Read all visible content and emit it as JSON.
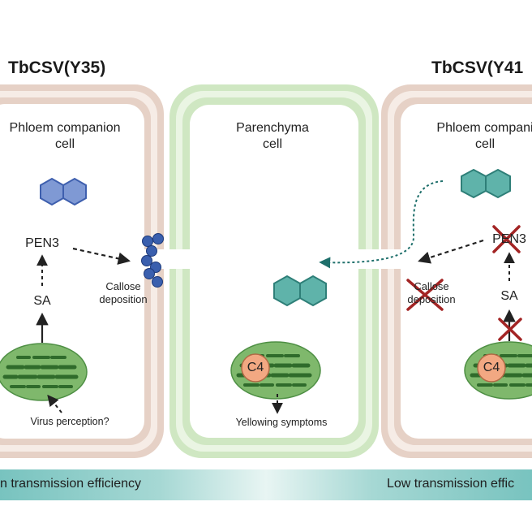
{
  "left_panel": {
    "title": "TbCSV(Y35)",
    "cell_label": "Phloem companion\ncell",
    "pen3": "PEN3",
    "sa": "SA",
    "callose": "Callose\ndeposition",
    "virus": "Virus perception?"
  },
  "middle_panel": {
    "cell_label": "Parenchyma\ncell",
    "c4": "C4",
    "symptoms": "Yellowing symptoms"
  },
  "right_panel": {
    "title": "TbCSV(Y41",
    "cell_label": "Phloem compani\ncell",
    "pen3": "PEN3",
    "sa": "SA",
    "callose": "Callose\ndeposition",
    "c4": "C4"
  },
  "bottom_bar": {
    "left_text": "n transmission efficiency",
    "right_text": "Low transmission effic"
  },
  "colors": {
    "left_wall": "#e6d1c6",
    "middle_wall": "#cfe7c2",
    "molecule_blue": "#7f99d4",
    "molecule_teal": "#5fb3aa",
    "callose_blue": "#3a5fae",
    "chloroplast": "#7fb86c",
    "c4": "#f2a882",
    "cross_red": "#a32424"
  }
}
